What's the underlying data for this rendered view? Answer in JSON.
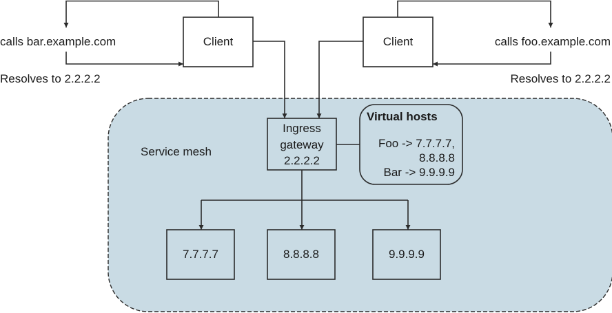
{
  "diagram": {
    "colors": {
      "mesh_fill": "#c9dbe4",
      "stroke": "#2b2b2b",
      "box_fill_outside": "#ffffff",
      "text": "#1a1a1a"
    },
    "left_client": {
      "label": "Client",
      "call_label": "calls bar.example.com",
      "resolve_label": "Resolves to 2.2.2.2"
    },
    "right_client": {
      "label": "Client",
      "call_label": "calls foo.example.com",
      "resolve_label": "Resolves to 2.2.2.2"
    },
    "mesh": {
      "label": "Service mesh"
    },
    "gateway": {
      "line1": "Ingress",
      "line2": "gateway",
      "line3": "2.2.2.2"
    },
    "virtual_hosts": {
      "title": "Virtual hosts",
      "line1": "Foo -> 7.7.7.7,",
      "line2": "8.8.8.8",
      "line3": "Bar -> 9.9.9.9"
    },
    "backends": [
      {
        "label": "7.7.7.7"
      },
      {
        "label": "8.8.8.8"
      },
      {
        "label": "9.9.9.9"
      }
    ]
  }
}
